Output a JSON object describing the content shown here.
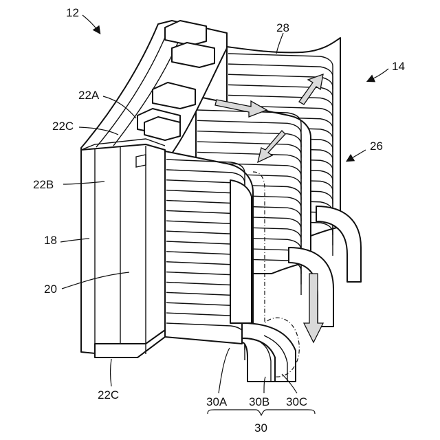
{
  "labels": {
    "l12": "12",
    "l14": "14",
    "l28": "28",
    "l26": "26",
    "l22A": "22A",
    "l22C_top": "22C",
    "l22B": "22B",
    "l18": "18",
    "l20": "20",
    "l22C_bottom": "22C",
    "l30A": "30A",
    "l30B": "30B",
    "l30C": "30C",
    "l30": "30"
  },
  "colors": {
    "line": "#111111",
    "arrow_fill": "#d9d9d9",
    "background": "#ffffff"
  }
}
